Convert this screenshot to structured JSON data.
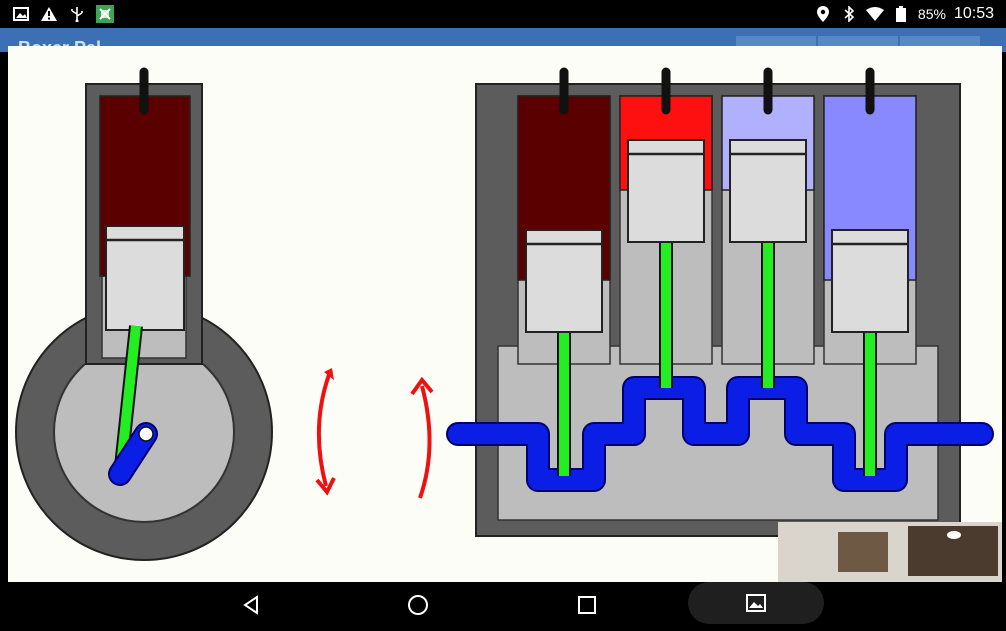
{
  "status_bar": {
    "battery_percent": "85%",
    "time": "10:53",
    "icons_left": [
      "image-icon",
      "warning-icon",
      "usb-icon",
      "app-icon"
    ],
    "icons_right": [
      "location-icon",
      "bluetooth-icon",
      "wifi-icon",
      "battery-icon"
    ]
  },
  "app_bar": {
    "title": "Boxer Pal",
    "color": "#3d6fb4"
  },
  "diagram": {
    "left_engine": "single-cylinder",
    "right_engine": "four-cylinder boxer",
    "colors": {
      "cylinder_dark_red": "#5a0000",
      "cylinder_red": "#ff1010",
      "cylinder_light_blue": "#b0b0ff",
      "cylinder_blue": "#8888ff",
      "rod_green": "#22ee22",
      "crank_blue": "#0a1ee6",
      "arrow_red": "#ee1111",
      "block_dark": "#5c5c5c",
      "block_light": "#bdbdbd",
      "piston": "#dcdcdc"
    }
  },
  "nav_bar": {
    "buttons": [
      "back-icon",
      "home-icon",
      "recents-icon"
    ],
    "floating": "gallery-icon"
  }
}
